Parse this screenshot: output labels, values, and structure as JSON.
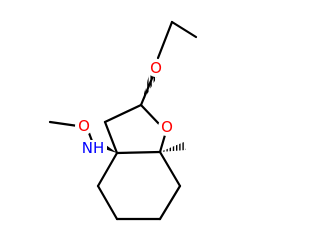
{
  "molecule": {
    "colors": {
      "bond": "#000000",
      "oxygen": "#ff0000",
      "nitrogen": "#0000ff",
      "background": "#ffffff"
    },
    "atoms": {
      "ring_oxygen": "O",
      "ethoxy_oxygen": "O",
      "methoxy_oxygen": "O",
      "amine_nitrogen": "NH"
    }
  }
}
